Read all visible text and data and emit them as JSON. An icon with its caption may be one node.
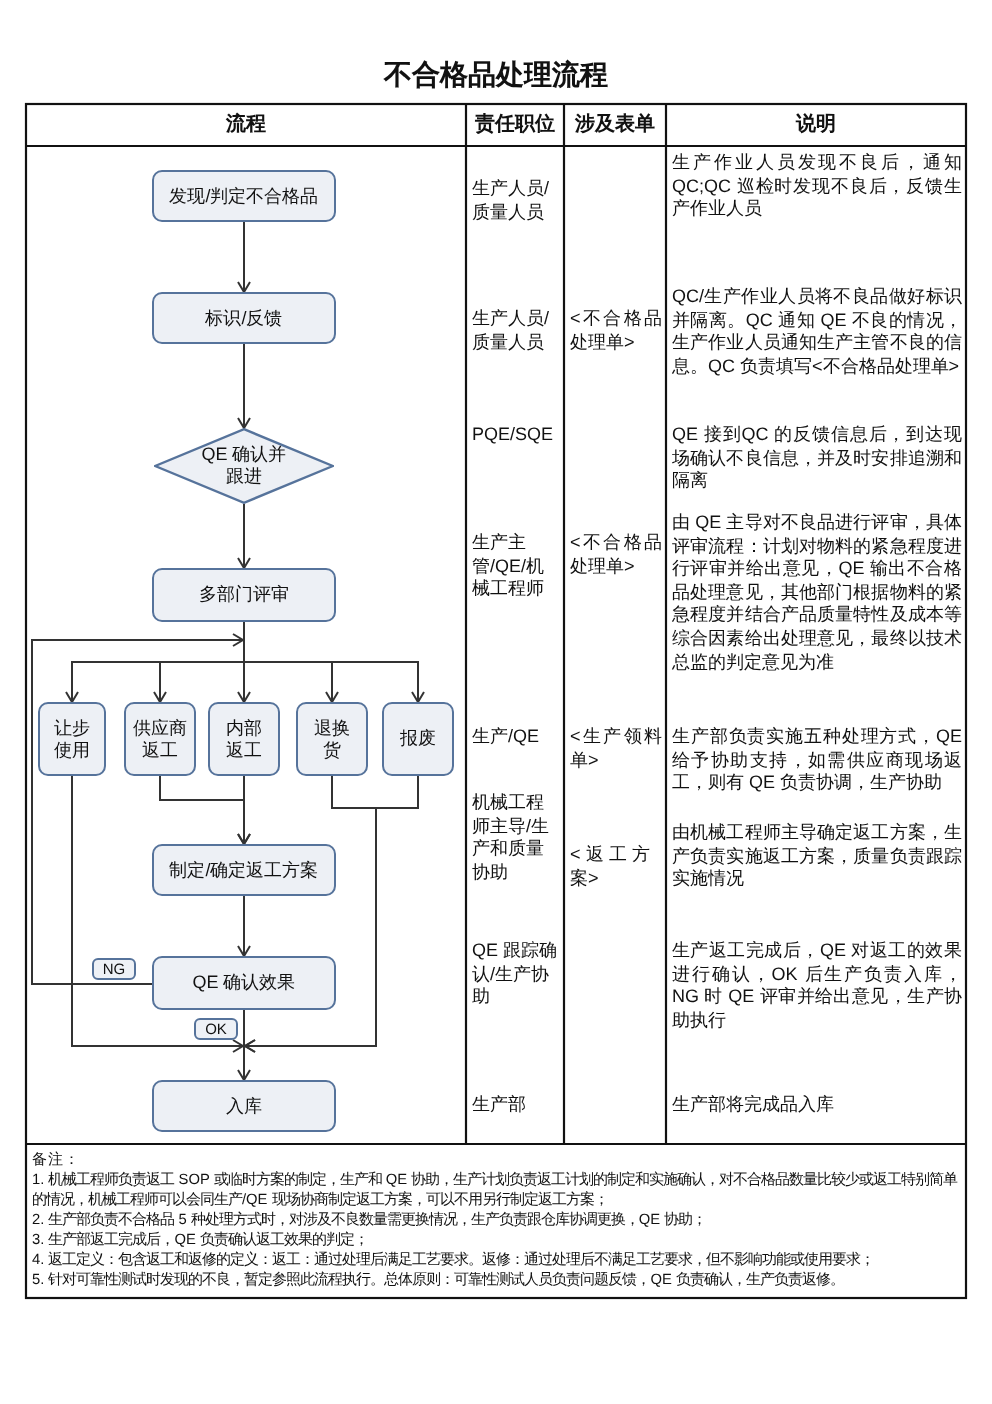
{
  "diagram": {
    "title": "不合格品处理流程",
    "nodes": [
      {
        "text": [
          "发现/判定不合格品"
        ]
      },
      {
        "text": [
          "标识/反馈"
        ]
      },
      {
        "text": [
          "QE 确认并跟进"
        ]
      },
      {
        "text": [
          "多部门评审"
        ]
      },
      {
        "text": [
          "让步使用"
        ]
      },
      {
        "text": [
          "供应商返工"
        ]
      },
      {
        "text": [
          "内部返工"
        ]
      },
      {
        "text": [
          "退换货"
        ]
      },
      {
        "text": [
          "报废"
        ]
      },
      {
        "text": [
          "制定/确定返工方案"
        ]
      },
      {
        "text": [
          "QE 确认效果"
        ]
      },
      {
        "text": [
          "入库"
        ]
      }
    ],
    "edges": [
      {
        "from": 0,
        "to": 1,
        "arrow": "to"
      },
      {
        "from": 1,
        "to": 2,
        "arrow": "to"
      },
      {
        "from": 2,
        "to": 3,
        "arrow": "to"
      },
      {
        "from": 3,
        "to": 4,
        "arrow": "to"
      },
      {
        "from": 3,
        "to": 5,
        "arrow": "to"
      },
      {
        "from": 3,
        "to": 6,
        "arrow": "to"
      },
      {
        "from": 3,
        "to": 7,
        "arrow": "to"
      },
      {
        "from": 3,
        "to": 8,
        "arrow": "to"
      },
      {
        "from": 5,
        "to": 9,
        "arrow": "to"
      },
      {
        "from": 6,
        "to": 9,
        "arrow": "to"
      },
      {
        "from": 7,
        "to": 11,
        "arrow": "to"
      },
      {
        "from": 8,
        "to": 11,
        "arrow": "to"
      },
      {
        "from": 9,
        "to": 10,
        "arrow": "to"
      },
      {
        "from": 10,
        "to": 11,
        "label": "OK",
        "arrow": "to"
      },
      {
        "from": 4,
        "to": 11,
        "arrow": "to"
      },
      {
        "from": 10,
        "to": 4,
        "label": "NG",
        "arrow": "to"
      },
      {
        "from": 10,
        "to": 5,
        "arrow": "to"
      },
      {
        "from": 10,
        "to": 6,
        "arrow": "to"
      },
      {
        "from": 10,
        "to": 7,
        "arrow": "to"
      },
      {
        "from": 10,
        "to": 8,
        "arrow": "to"
      }
    ],
    "labels": [
      "流程",
      "责任职位",
      "涉及表单",
      "说明",
      "生产人员/质量人员",
      "生产作业人员发现不良后，通知QC;QC 巡检时发现不良后，反馈生产作业人员",
      "生产人员/质量人员",
      "<不合格品处理单>",
      "QC/生产作业人员将不良品做好标识并隔离。QC 通知 QE 不良的情况，生产作业人员通知生产主管不良的信息。QC 负责填写<不合格品处理单>",
      "PQE/SQE",
      "QE 接到QC 的反馈信息后，到达现场确认不良信息，并及时安排追溯和隔离",
      "生产主管/QE/机械工程师",
      "<不合格品处理单>",
      "由 QE 主导对不良品进行评审，具体评审流程：计划对物料的紧急程度进行评审并给出意见，QE 输出不合格品处理意见，其他部门根据物料的紧急程度并结合产品质量特性及成本等综合因素给出处理意见，最终以技术总监的判定意见为准",
      "生产/QE",
      "<生产领料单>",
      "生产部负责实施五种处理方式，QE 给予协助支持，如需供应商现场返工，则有 QE 负责协调，生产协助",
      "机械工程师主导/生产和质量协助",
      "<返工方案>",
      "由机械工程师主导确定返工方案，生产负责实施返工方案，质量负责跟踪实施情况",
      "QE 跟踪确认/生产协助",
      "生产返工完成后，QE 对返工的效果进行确认，OK 后生产负责入库，NG 时 QE 评审并给出意见，生产协助执行",
      "生产部",
      "生产部将完成品入库",
      "备注：",
      "1. 机械工程师负责返工 SOP 或临时方案的制定，生产和 QE 协助，生产计划负责返工计划的制定和实施确认，对不合格品数量比较少或返工特别简单的情况，机械工程师可以会同生产/QE 现场协商制定返工方案，可以不用另行制定返工方案；",
      "2. 生产部负责不合格品 5 种处理方式时，对涉及不良数量需更换情况，生产负责跟仓库协调更换，QE 协助；",
      "3. 生产部返工完成后，QE 负责确认返工效果的判定；",
      "4. 返工定义：包含返工和返修的定义：返工：通过处理后满足工艺要求。返修：通过处理后不满足工艺要求，但不影响功能或使用要求；",
      "5. 针对可靠性测试时发现的不良，暂定参照此流程执行。总体原则：可靠性测试人员负责问题反馈，QE 负责确认，生产负责返修。"
    ]
  }
}
